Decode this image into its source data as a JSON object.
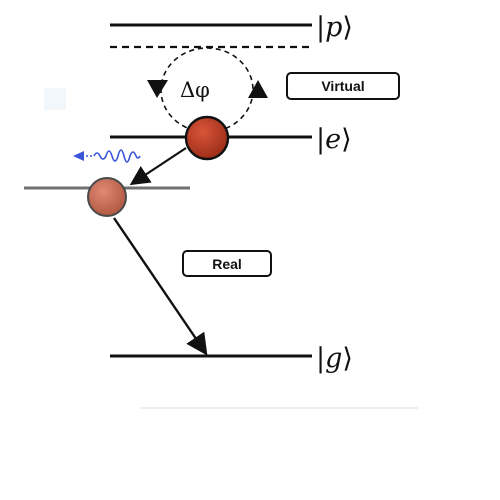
{
  "diagram": {
    "levels": {
      "p": {
        "ket_letter": "p"
      },
      "e": {
        "ket_letter": "e"
      },
      "g": {
        "ket_letter": "g"
      }
    },
    "ket": {
      "open": "|",
      "close": "⟩"
    },
    "phase_label": "Δφ",
    "labels": {
      "virtual": "Virtual",
      "real": "Real"
    },
    "colors": {
      "line": "#111111",
      "excited_particle": "#b83a23",
      "intermediate_particle": "#c86a55",
      "intermediate_level": "#707070",
      "photon": "#3a55d6"
    },
    "icons": {
      "photon": "wavy-photon-icon",
      "particle": "circle"
    }
  }
}
